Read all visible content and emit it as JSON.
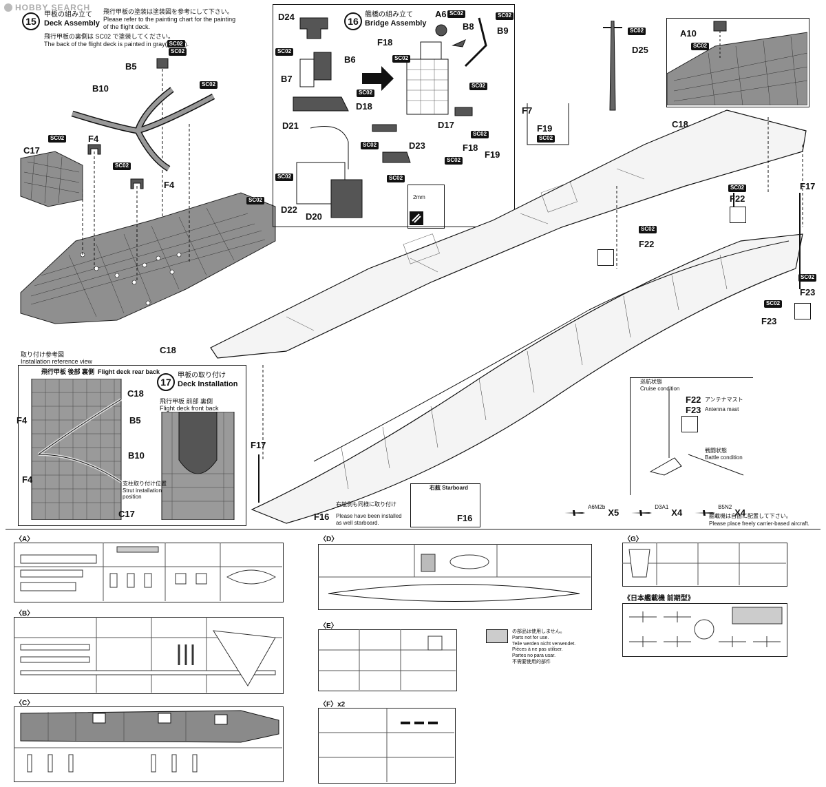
{
  "watermark": "HOBBY SEARCH",
  "step15": {
    "number": "15",
    "title_jp": "甲板の組み立て",
    "title_en": "Deck Assembly",
    "note1_jp": "飛行甲板の塗装は塗装図を参考にして下さい。",
    "note1_en_line1": "Please refer to the painting chart for the painting",
    "note1_en_line2": "of the flight deck.",
    "note2_jp": "飛行甲板の裏側は SC02 で塗装してください。",
    "note2_en": "The back of the flight deck is painted in gray(",
    "note2_en_end": ").",
    "parts": [
      "B5",
      "B10",
      "C17",
      "F4",
      "F4",
      "C18"
    ]
  },
  "step16": {
    "number": "16",
    "title_jp": "艦橋の組み立て",
    "title_en": "Bridge Assembly",
    "parts": [
      "D24",
      "A6",
      "B8",
      "B9",
      "F18",
      "B6",
      "B7",
      "D18",
      "D17",
      "D21",
      "D23",
      "D22",
      "D20"
    ],
    "detail_label": "2mm"
  },
  "step17": {
    "number": "17",
    "title_jp": "甲板の取り付け",
    "title_en": "Deck Installation"
  },
  "main_parts": [
    "D25",
    "A10",
    "C18",
    "F7",
    "F19",
    "F18",
    "F19",
    "F17",
    "F22",
    "F22",
    "F23",
    "F23",
    "F17",
    "F16"
  ],
  "paint_code": "SC02",
  "reference": {
    "title_jp": "取り付け参考図",
    "title_en": "Installation reference view",
    "rear_jp": "飛行甲板 後部 裏側",
    "rear_en": "Flight deck rear back",
    "front_jp": "飛行甲板 前部 裏側",
    "front_en": "Flight deck front back",
    "labels": [
      "C18",
      "F4",
      "B5",
      "B10",
      "F4",
      "C17"
    ],
    "strut_jp": "支柱取り付け位置",
    "strut_en_1": "Strut installation",
    "strut_en_2": "position"
  },
  "antenna": {
    "cruise_jp": "巡航状態",
    "cruise_en": "Cruise condition",
    "f22": "F22",
    "f23": "F23",
    "antenna_jp": "アンテナマスト",
    "antenna_en": "Antenna mast",
    "battle_jp": "戦闘状態",
    "battle_en": "Battle condition"
  },
  "starboard": {
    "note_jp": "右舷側も同様に取り付け",
    "note_en_1": "Please have been installed",
    "note_en_2": "as well starboard.",
    "box_jp": "右舷",
    "box_en": "Starboard",
    "part": "F16"
  },
  "aircraft": {
    "items": [
      {
        "name": "A6M2b",
        "count": "X5"
      },
      {
        "name": "D3A1",
        "count": "X4"
      },
      {
        "name": "B5N2",
        "count": "X4"
      }
    ],
    "note_jp": "艦載機は自由に配置して下さい。",
    "note_en": "Please place freely carrier-based aircraft."
  },
  "sprues": {
    "a": "〈A〉",
    "b": "〈B〉",
    "c": "〈C〉",
    "d": "〈D〉",
    "e": "〈E〉",
    "f": "〈F〉x2",
    "g": "〈G〉",
    "aircraft_title": "《日本艦載機 前期型》"
  },
  "legend": {
    "jp": "の部品は使用しません。",
    "en": "Parts not for use.",
    "de": "Teile werden nicht verwendet.",
    "fr": "Pièces à ne pas utiliser.",
    "es": "Partes no para usar.",
    "cn": "不需要使用的部件"
  },
  "colors": {
    "deck_gray": "#8f8f8f",
    "ink": "#111111",
    "paper": "#ffffff"
  }
}
